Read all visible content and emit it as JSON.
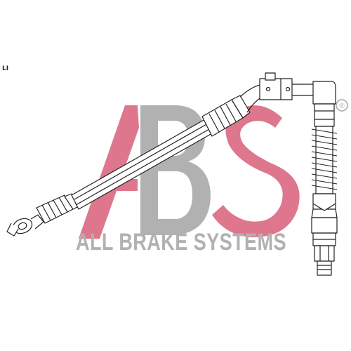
{
  "figure": {
    "corner_mark": "LI",
    "watermark": {
      "brand_text": "ALL BRAKE SYSTEMS",
      "registered_symbol": "®",
      "brand_color": "#c8102e",
      "grey_color": "#9a9a9a"
    },
    "part": {
      "subject": "brake-hose",
      "line_color": "#222222"
    }
  }
}
